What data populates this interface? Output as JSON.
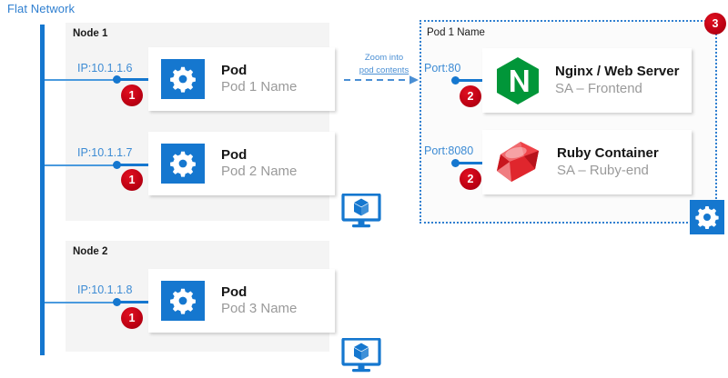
{
  "diagram": {
    "network": {
      "label": "Flat Network",
      "trunk_color": "#1577cf"
    },
    "nodes": [
      {
        "title": "Node 1",
        "pods": [
          {
            "ip_label": "IP:10.1.1.6",
            "badge": "1",
            "card_title": "Pod",
            "card_sub": "Pod 1 Name",
            "icon": "gear-icon"
          },
          {
            "ip_label": "IP:10.1.1.7",
            "badge": "1",
            "card_title": "Pod",
            "card_sub": "Pod 2 Name",
            "icon": "gear-icon"
          }
        ],
        "node_icon": "monitor-cube-icon"
      },
      {
        "title": "Node 2",
        "pods": [
          {
            "ip_label": "IP:10.1.1.8",
            "badge": "1",
            "card_title": "Pod",
            "card_sub": "Pod 3 Name",
            "icon": "gear-icon"
          }
        ],
        "node_icon": "monitor-cube-icon"
      }
    ],
    "annotation": {
      "line1": "Zoom into",
      "line2": "pod contents",
      "arrow_icon": "dashed-arrow-right-icon"
    },
    "pod_detail": {
      "title": "Pod 1 Name",
      "badge": "3",
      "panel_icon": "gear-icon",
      "containers": [
        {
          "port_label": "Port:80",
          "badge": "2",
          "card_title": "Nginx / Web Server",
          "card_sub": "SA – Frontend",
          "icon": "nginx-icon",
          "icon_color": "#019639"
        },
        {
          "port_label": "Port:8080",
          "badge": "2",
          "card_title": "Ruby Container",
          "card_sub": "SA – Ruby-end",
          "icon": "ruby-gem-icon",
          "icon_color": "#d81f26"
        }
      ]
    },
    "colors": {
      "accent_blue": "#1577cf",
      "light_blue": "#4a9ade",
      "badge_red": "#c40016",
      "node_bg": "#f4f4f4",
      "nginx_green": "#019639",
      "ruby_red": "#d81f26"
    }
  }
}
